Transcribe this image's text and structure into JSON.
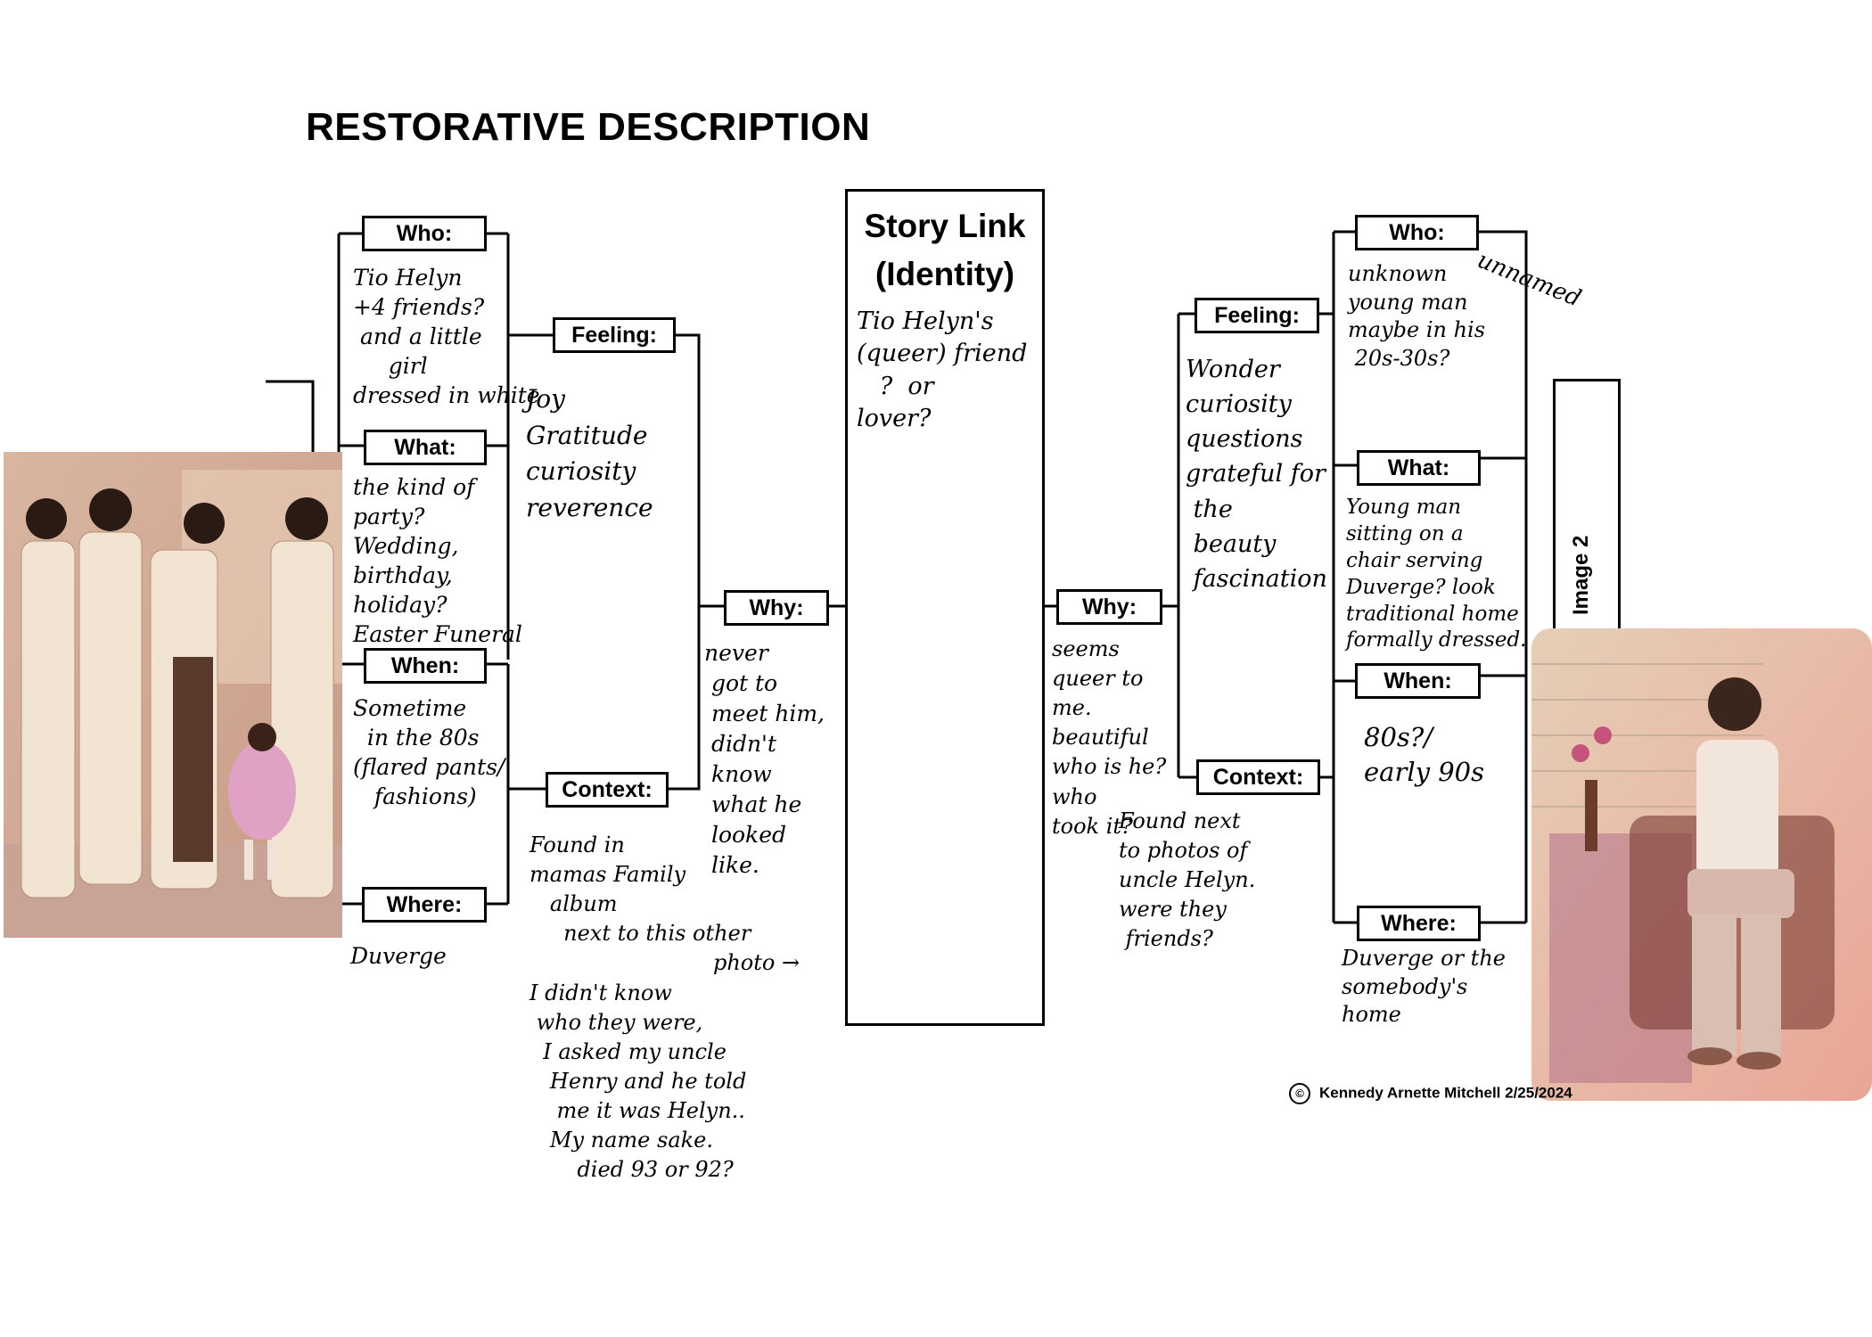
{
  "title": "RESTORATIVE DESCRIPTION",
  "story_link": {
    "title": "Story Link\n(Identity)",
    "note": "Tio Helyn's\n(queer) friend\n   ?  or\nlover?"
  },
  "left": {
    "who": {
      "label": "Who:",
      "note": "Tio Helyn\n+4 friends?\n and a little\n     girl\ndressed in white"
    },
    "what": {
      "label": "What:",
      "note": "the kind of\nparty?\nWedding,\nbirthday,\nholiday?\nEaster Funeral"
    },
    "when": {
      "label": "When:",
      "note": "Sometime\n  in the 80s\n(flared pants/\n   fashions)"
    },
    "where": {
      "label": "Where:",
      "note": "Duverge"
    },
    "feeling": {
      "label": "Feeling:",
      "note": "Joy\nGratitude\ncuriosity\nreverence"
    },
    "context": {
      "label": "Context:",
      "note": "Found in\nmamas Family\n   album\n     next to this other\n                           photo →\nI didn't know\n who they were,\n  I asked my uncle\n   Henry and he told\n    me it was Helyn..\n   My name sake.\n       died 93 or 92?"
    },
    "why": {
      "label": "Why:",
      "note": "never\n got to\n meet him,\n didn't\n know\n what he\n looked\n like."
    }
  },
  "right": {
    "who": {
      "label": "Who:",
      "note": "unknown\nyoung man\nmaybe in his\n 20s-30s?",
      "extra": "unnamed"
    },
    "what": {
      "label": "What:",
      "note": "Young man\nsitting on a\nchair serving\nDuverge? look\ntraditional home\nformally dressed."
    },
    "when": {
      "label": "When:",
      "note": "80s?/\nearly 90s"
    },
    "where": {
      "label": "Where:",
      "note": "Duverge or the\nsomebody's\nhome"
    },
    "feeling": {
      "label": "Feeling:",
      "note": "Wonder\ncuriosity\nquestions\ngrateful for\n the\n beauty\n fascination"
    },
    "context": {
      "label": "Context:",
      "note": "Found next\nto photos of\nuncle Helyn.\nwere they\n friends?"
    },
    "why": {
      "label": "Why:",
      "note": "seems\nqueer to\nme.\nbeautiful\nwho is he?\nwho\ntook it?"
    }
  },
  "image2_label": "Image 2",
  "credit": "Kennedy Arnette Mitchell 2/25/2024",
  "photos": {
    "left": "family-group-photo",
    "right": "seated-young-man-photo"
  }
}
